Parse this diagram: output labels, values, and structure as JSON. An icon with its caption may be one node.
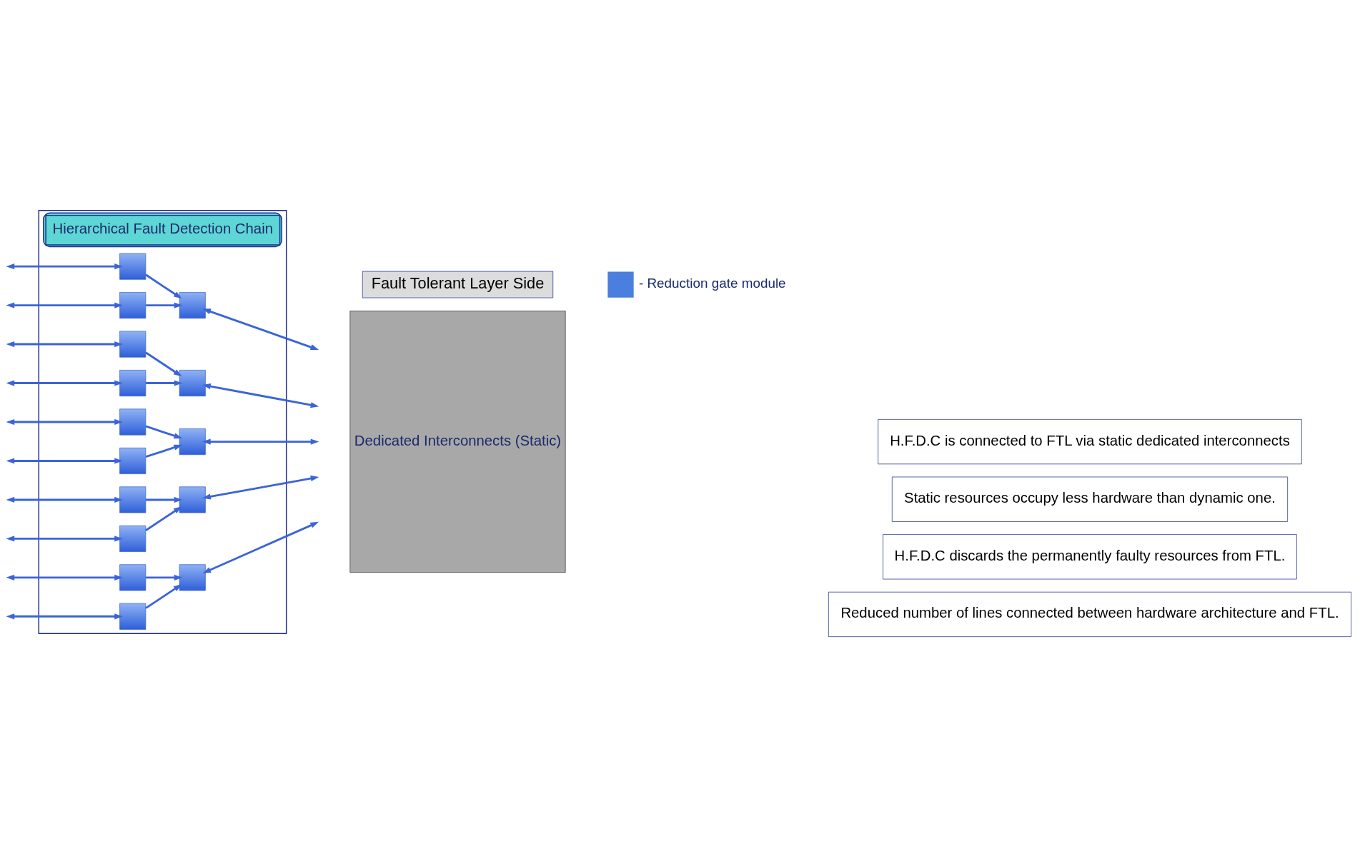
{
  "diagram": {
    "nodes": [
      {
        "text": [
          "Hierarchical Fault Detection Chain"
        ]
      },
      {
        "text": [],
        "shape": "box",
        "in": 0
      },
      {
        "text": [],
        "shape": "box",
        "in": 0
      },
      {
        "text": [],
        "shape": "box",
        "in": 0
      },
      {
        "text": [],
        "shape": "box",
        "in": 0
      },
      {
        "text": [],
        "shape": "box",
        "in": 0
      },
      {
        "text": [],
        "shape": "box",
        "in": 0
      },
      {
        "text": [],
        "shape": "box",
        "in": 0
      },
      {
        "text": [],
        "shape": "box",
        "in": 0
      },
      {
        "text": [],
        "shape": "box",
        "in": 0
      },
      {
        "text": [],
        "shape": "box",
        "in": 0
      },
      {
        "text": [],
        "shape": "box",
        "in": 0
      },
      {
        "text": [],
        "shape": "box",
        "in": 0
      },
      {
        "text": [],
        "shape": "box",
        "in": 0
      },
      {
        "text": [],
        "shape": "box",
        "in": 0
      },
      {
        "text": [],
        "shape": "box",
        "in": 0
      },
      {
        "text": [
          "Fault Tolerant Layer Side"
        ]
      },
      {
        "text": [
          "Dedicated Interconnects (Static)"
        ]
      },
      {
        "text": [
          "H.F.D.C is connected to FTL via static dedicated interconnects"
        ]
      },
      {
        "text": [
          "Static resources occupy less hardware than dynamic one."
        ]
      },
      {
        "text": [
          "H.F.D.C discards the permanently faulty resources from FTL."
        ]
      },
      {
        "text": [
          "Reduced number of lines connected between hardware architecture and FTL."
        ]
      }
    ],
    "edges": [
      {
        "from": null,
        "to": 1,
        "arrow": "both"
      },
      {
        "from": null,
        "to": 3,
        "arrow": "both"
      },
      {
        "from": 1,
        "to": 2,
        "arrow": "to"
      },
      {
        "from": 3,
        "to": 2,
        "arrow": "to"
      },
      {
        "from": 2,
        "to": null,
        "arrow": "both"
      },
      {
        "from": null,
        "to": 4,
        "arrow": "both"
      },
      {
        "from": null,
        "to": 6,
        "arrow": "both"
      },
      {
        "from": 4,
        "to": 5,
        "arrow": "to"
      },
      {
        "from": 6,
        "to": 5,
        "arrow": "to"
      },
      {
        "from": 5,
        "to": null,
        "arrow": "both"
      },
      {
        "from": null,
        "to": 7,
        "arrow": "both"
      },
      {
        "from": null,
        "to": 9,
        "arrow": "both"
      },
      {
        "from": 7,
        "to": 8,
        "arrow": "to"
      },
      {
        "from": 9,
        "to": 8,
        "arrow": "to"
      },
      {
        "from": 8,
        "to": null,
        "arrow": "both"
      },
      {
        "from": null,
        "to": 10,
        "arrow": "both"
      },
      {
        "from": null,
        "to": 12,
        "arrow": "both"
      },
      {
        "from": 10,
        "to": 11,
        "arrow": "to"
      },
      {
        "from": 12,
        "to": 11,
        "arrow": "to"
      },
      {
        "from": 11,
        "to": null,
        "arrow": "both"
      },
      {
        "from": null,
        "to": 13,
        "arrow": "both"
      },
      {
        "from": null,
        "to": 15,
        "arrow": "both"
      },
      {
        "from": 13,
        "to": 14,
        "arrow": "to"
      },
      {
        "from": 15,
        "to": 14,
        "arrow": "to"
      },
      {
        "from": 14,
        "to": null,
        "arrow": "both"
      }
    ],
    "legend": [
      {
        "text": "- Reduction gate module",
        "color": "#4a7fe0"
      }
    ]
  }
}
